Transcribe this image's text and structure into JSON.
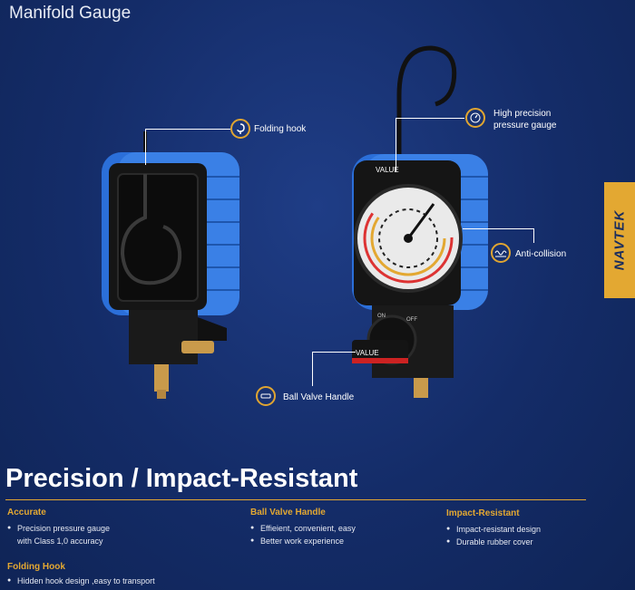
{
  "header": {
    "title": "Manifold Gauge"
  },
  "callouts": {
    "folding_hook": "Folding hook",
    "pressure_line1": "High precision",
    "pressure_line2": "pressure gauge",
    "anti_collision": "Anti-collision",
    "ball_valve": "Ball Valve Handle"
  },
  "product": {
    "brand_on_gauge": "VALUE",
    "valve_on": "ON",
    "valve_off": "OFF"
  },
  "brand_tab": {
    "text": "NAVTEK"
  },
  "headline": "Precision / Impact-Resistant",
  "features": {
    "accurate": {
      "title": "Accurate",
      "items": [
        "Precision pressure gauge",
        "with Class 1,0 accuracy"
      ]
    },
    "ball_valve": {
      "title": "Ball Valve Handle",
      "items": [
        "Effieient, convenient, easy",
        "Better work experience"
      ]
    },
    "impact": {
      "title": "Impact-Resistant",
      "items": [
        "Impact-resistant design",
        "Durable rubber cover"
      ]
    },
    "folding": {
      "title": "Folding Hook",
      "items": [
        "Hidden hook design ,easy to transport"
      ]
    }
  },
  "colors": {
    "accent": "#e3a832",
    "background": "#142c68",
    "gauge_blue": "#2c6fd6"
  },
  "icons": [
    "hook-icon",
    "gauge-icon",
    "collision-icon",
    "valve-icon"
  ]
}
